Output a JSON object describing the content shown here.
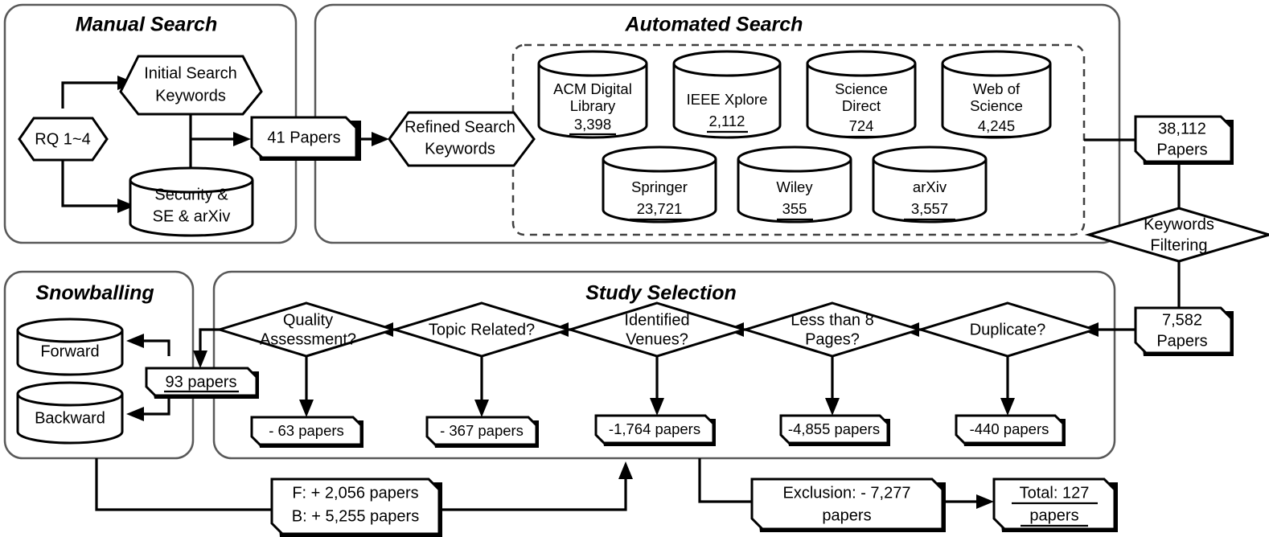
{
  "diagram": {
    "title": "Systematic Literature Review Search Process",
    "sections": {
      "manual_search": "Manual Search",
      "automated_search": "Automated Search",
      "snowballing": "Snowballing",
      "study_selection": "Study Selection"
    },
    "manual": {
      "rq": "RQ 1~4",
      "initial_keywords_line1": "Initial Search",
      "initial_keywords_line2": "Keywords",
      "sources_line1": "Security &",
      "sources_line2": "SE & arXiv",
      "papers_41": "41 Papers"
    },
    "automated": {
      "refined_keywords_line1": "Refined Search",
      "refined_keywords_line2": "Keywords",
      "databases": [
        {
          "name_line1": "ACM Digital",
          "name_line2": "Library",
          "count": "3,398"
        },
        {
          "name_line1": "IEEE Xplore",
          "name_line2": "",
          "count": "2,112"
        },
        {
          "name_line1": "Science",
          "name_line2": "Direct",
          "count": "724"
        },
        {
          "name_line1": "Web of",
          "name_line2": "Science",
          "count": "4,245"
        },
        {
          "name_line1": "Springer",
          "name_line2": "",
          "count": "23,721"
        },
        {
          "name_line1": "Wiley",
          "name_line2": "",
          "count": "355"
        },
        {
          "name_line1": "arXiv",
          "name_line2": "",
          "count": "3,557"
        }
      ]
    },
    "filtering": {
      "total_papers_line1": "38,112",
      "total_papers_line2": "Papers",
      "keywords_filtering_line1": "Keywords",
      "keywords_filtering_line2": "Filtering",
      "after_filtering_line1": "7,582",
      "after_filtering_line2": "Papers"
    },
    "study_selection_steps": [
      {
        "question_line1": "Duplicate?",
        "question_line2": "",
        "excluded": "-440 papers"
      },
      {
        "question_line1": "Less than 8",
        "question_line2": "Pages?",
        "excluded": "-4,855 papers"
      },
      {
        "question_line1": "Identified",
        "question_line2": "Venues?",
        "excluded": "-1,764 papers"
      },
      {
        "question_line1": "Topic Related?",
        "question_line2": "",
        "excluded": "- 367 papers"
      },
      {
        "question_line1": "Quality",
        "question_line2": "Assessment?",
        "excluded": "- 63 papers"
      }
    ],
    "snowballing": {
      "forward": "Forward",
      "backward": "Backward",
      "papers_93": "93 papers",
      "gain_line1": "F: + 2,056 papers",
      "gain_line2": "B: + 5,255 papers"
    },
    "totals": {
      "exclusion_line1": "Exclusion: - 7,277",
      "exclusion_line2": "papers",
      "total_line1": "Total: 127",
      "total_line2": "papers"
    },
    "colors": {
      "container_stroke": "#595959",
      "node_stroke": "#000000",
      "background": "#ffffff"
    }
  }
}
